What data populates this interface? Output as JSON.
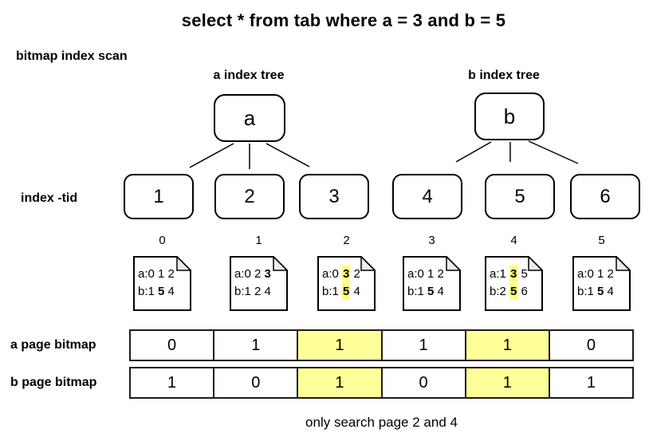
{
  "title": "select * from tab where a = 3 and b = 5",
  "labels": {
    "scan": "bitmap index scan",
    "index_tid": "index -tid",
    "footer": "only search page 2 and 4"
  },
  "trees": [
    {
      "label": "a index tree",
      "root": "a",
      "leaves": [
        "1",
        "2",
        "3"
      ]
    },
    {
      "label": "b index tree",
      "root": "b",
      "leaves": [
        "4",
        "5",
        "6"
      ]
    }
  ],
  "leaf_nodes": [
    "1",
    "2",
    "3",
    "4",
    "5",
    "6"
  ],
  "pages": [
    {
      "page": "0",
      "lines": [
        [
          {
            "t": "a:0 1 2"
          }
        ],
        [
          {
            "t": "b:1 "
          },
          {
            "t": "5",
            "b": true
          },
          {
            "t": " 4"
          }
        ]
      ]
    },
    {
      "page": "1",
      "lines": [
        [
          {
            "t": "a:0 2 "
          },
          {
            "t": "3",
            "b": true
          }
        ],
        [
          {
            "t": "b:1 2 4"
          }
        ]
      ]
    },
    {
      "page": "2",
      "lines": [
        [
          {
            "t": "a:0 "
          },
          {
            "t": "3",
            "b": true,
            "h": true
          },
          {
            "t": " 2"
          }
        ],
        [
          {
            "t": "b:1 "
          },
          {
            "t": "5",
            "b": true,
            "h": true
          },
          {
            "t": " 4"
          }
        ]
      ]
    },
    {
      "page": "3",
      "lines": [
        [
          {
            "t": "a:0 1 2"
          }
        ],
        [
          {
            "t": "b:1 "
          },
          {
            "t": "5",
            "b": true
          },
          {
            "t": " 4"
          }
        ]
      ]
    },
    {
      "page": "4",
      "lines": [
        [
          {
            "t": "a:1 "
          },
          {
            "t": "3",
            "b": true,
            "h": true
          },
          {
            "t": " 5"
          }
        ],
        [
          {
            "t": "b:2 "
          },
          {
            "t": "5",
            "b": true,
            "h": true
          },
          {
            "t": " 6"
          }
        ]
      ]
    },
    {
      "page": "5",
      "lines": [
        [
          {
            "t": "a:0 1 2"
          }
        ],
        [
          {
            "t": "b:1 "
          },
          {
            "t": "5",
            "b": true
          },
          {
            "t": " 4"
          }
        ]
      ]
    }
  ],
  "bitmaps": [
    {
      "label": "a page bitmap",
      "values": [
        "0",
        "1",
        "1",
        "1",
        "1",
        "0"
      ],
      "highlight": [
        2,
        4
      ]
    },
    {
      "label": "b page bitmap",
      "values": [
        "1",
        "0",
        "1",
        "0",
        "1",
        "1"
      ],
      "highlight": [
        2,
        4
      ]
    }
  ],
  "colors": {
    "cell_highlight": "#ffff99",
    "doc_highlight": "#ffff75",
    "fold": "#ececec",
    "line": "#000000"
  }
}
